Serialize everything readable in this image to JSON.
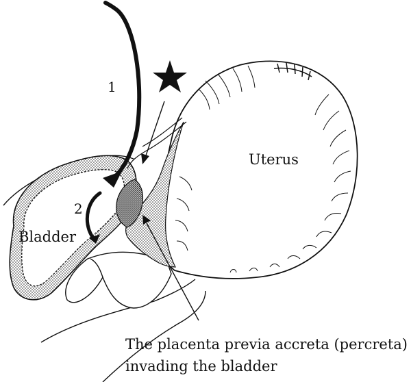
{
  "labels": {
    "arrow_1": "1",
    "arrow_2": "2",
    "uterus": "Uterus",
    "bladder": "Bladder"
  },
  "caption": {
    "line1": "The placenta previa accreta (percreta)",
    "line2": "invading the bladder"
  },
  "colors": {
    "ink": "#111111",
    "background": "#ffffff"
  },
  "icons": [
    "star-icon"
  ]
}
